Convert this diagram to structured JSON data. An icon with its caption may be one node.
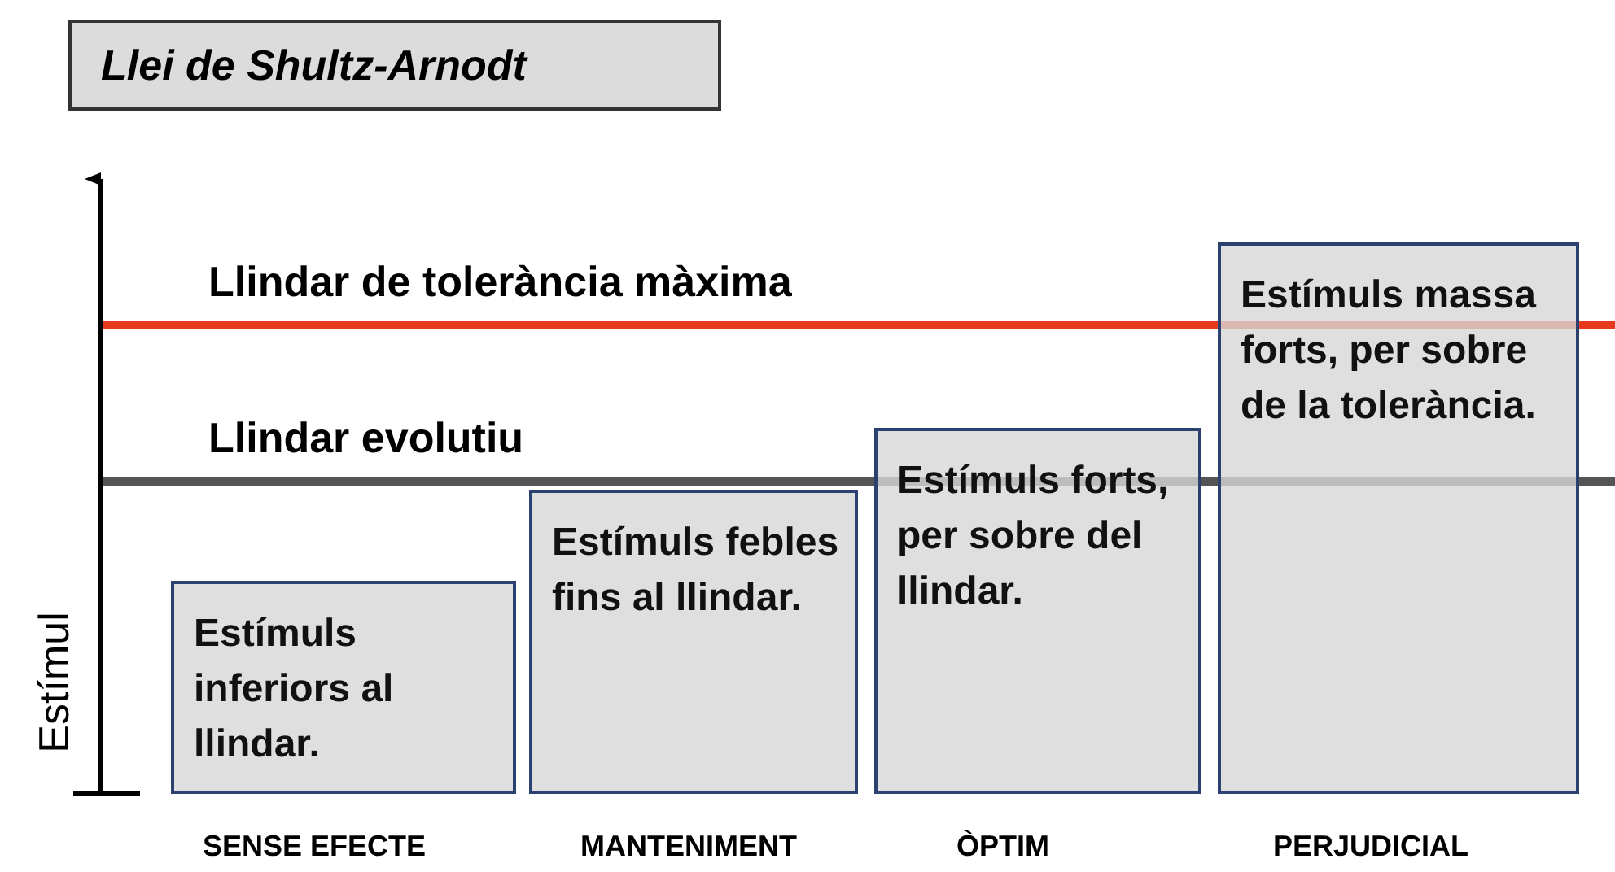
{
  "diagram": {
    "title": "Llei de Shultz-Arnodt",
    "nodes": [
      {
        "text": [
          "Estímuls inferiors al llindar."
        ]
      },
      {
        "text": [
          "Estímuls febles fins al llindar."
        ]
      },
      {
        "text": [
          "Estímuls forts, per sobre del llindar."
        ]
      },
      {
        "text": [
          "Estímuls massa forts, per sobre de la tolerància."
        ]
      }
    ],
    "labels": [
      "Llindar de tolerància màxima",
      "Llindar evolutiu",
      "Estímul",
      "SENSE EFECTE",
      "MANTENIMENT",
      "ÒPTIM",
      "PERJUDICIAL"
    ]
  }
}
